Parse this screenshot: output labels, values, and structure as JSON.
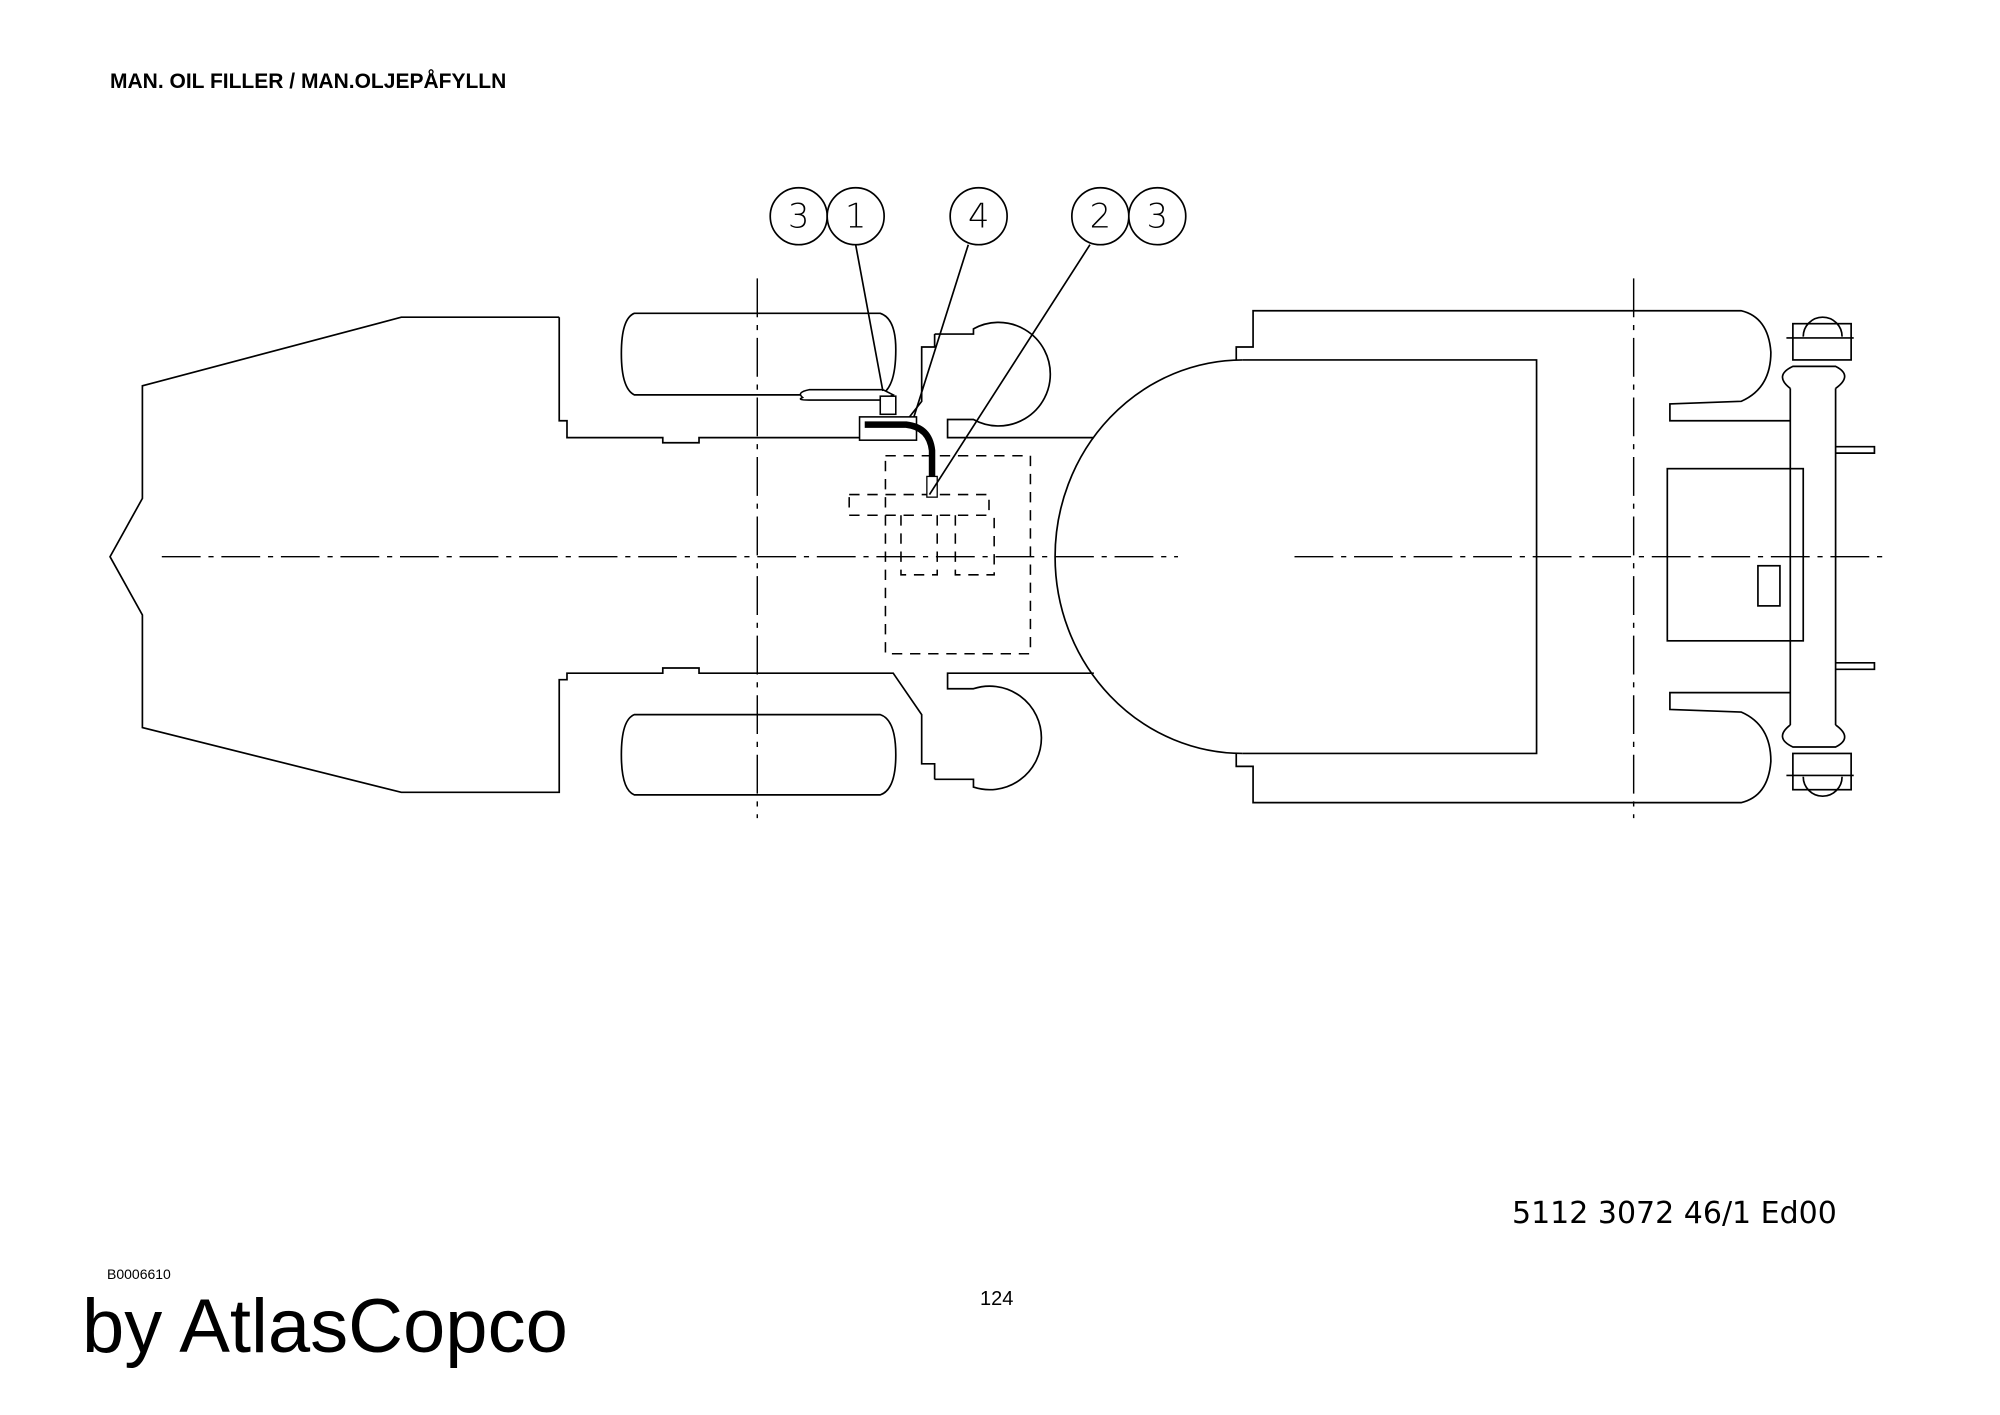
{
  "header": {
    "title": "MAN. OIL FILLER / MAN.OLJEPÅFYLLN"
  },
  "drawing": {
    "callouts": [
      "3",
      "1",
      "4",
      "2",
      "3"
    ]
  },
  "footer": {
    "document_number": "5112 3072 46/1  Ed00",
    "drawing_code": "B0006610",
    "page_number": "124",
    "brand": "by AtlasCopco"
  }
}
